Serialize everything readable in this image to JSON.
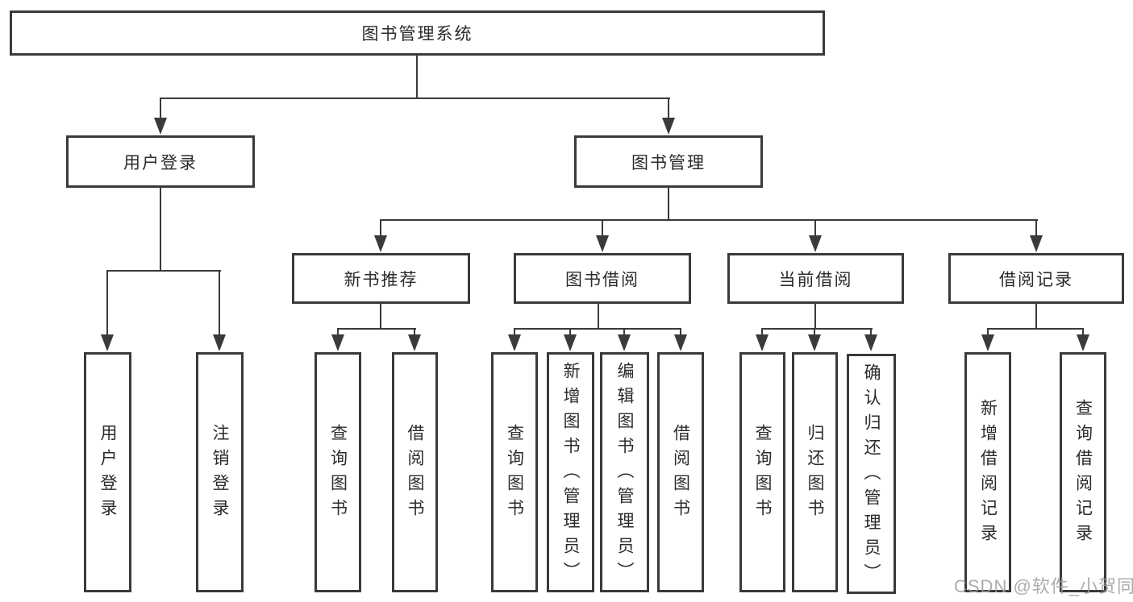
{
  "diagram": {
    "title": "图书管理系统",
    "root": {
      "label": "图书管理系统"
    },
    "level2": [
      {
        "label": "用户登录"
      },
      {
        "label": "图书管理"
      }
    ],
    "level3": [
      {
        "label": "新书推荐"
      },
      {
        "label": "图书借阅"
      },
      {
        "label": "当前借阅"
      },
      {
        "label": "借阅记录"
      }
    ],
    "leaves": {
      "user_login": [
        {
          "label": "用户登录"
        },
        {
          "label": "注销登录"
        }
      ],
      "new_book": [
        {
          "label": "查询图书"
        },
        {
          "label": "借阅图书"
        }
      ],
      "book_borrow": [
        {
          "label": "查询图书"
        },
        {
          "label": "新增图书（管理员）"
        },
        {
          "label": "编辑图书（管理员）"
        },
        {
          "label": "借阅图书"
        }
      ],
      "current_borrow": [
        {
          "label": "查询图书"
        },
        {
          "label": "归还图书"
        },
        {
          "label": "确认归还（管理员）"
        }
      ],
      "borrow_records": [
        {
          "label": "新增借阅记录"
        },
        {
          "label": "查询借阅记录"
        }
      ]
    }
  },
  "watermark": {
    "text": "CSDN @软件_小贺同学"
  },
  "colors": {
    "line": "#3a3a3a",
    "node_border": "#3a3a3a",
    "node_background": "#ffffff",
    "text": "#2b2b2b",
    "watermark": "#9e9e9e",
    "page_background": "#ffffff"
  }
}
